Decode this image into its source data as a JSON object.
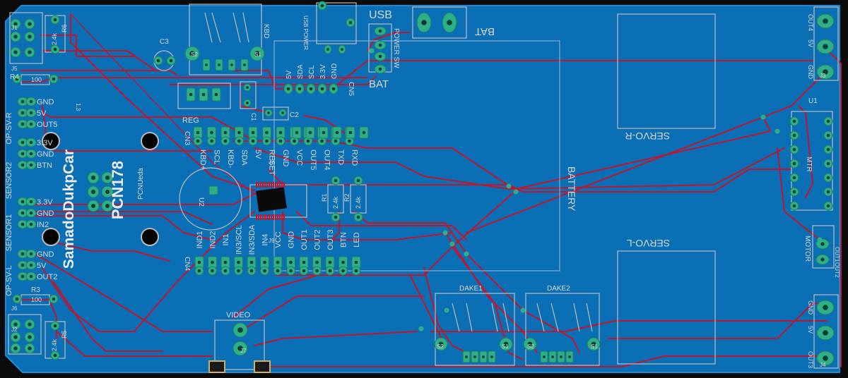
{
  "board": {
    "colors": {
      "copper": "#0b6fb5",
      "trace": "#c0162e",
      "pad": "#2fae8a",
      "silk": "#d9d9d9",
      "background": "#0b0b0b"
    }
  },
  "labels": {
    "kbd": "KBD",
    "usb": "USB",
    "bat_top": "BAT",
    "bat_switch": "BAT",
    "power_sw": "POWER SW",
    "usb_power": "USB POWER",
    "c3": "C3",
    "reg": "REG",
    "c1": "C1",
    "c2": "C2",
    "cn5": "CN5",
    "cn3": "CN3",
    "cn4": "CN4",
    "u1": "U1",
    "u2": "U2",
    "r1": "R1",
    "r2": "R2",
    "r3": "R3",
    "r4": "R4",
    "r5": "R5",
    "r6": "R6",
    "r1_val": "2.4k",
    "r2_val": "2.4k",
    "r3_val": "100",
    "r4_val": "100",
    "r5_val": "2.4k",
    "r6_val": "2.4k",
    "servo_r": "SERVO-R",
    "servo_l": "SERVO-L",
    "battery": "BATTERY",
    "video": "VIDEO",
    "dake1": "DAKE1",
    "dake2": "DAKE2",
    "motor": "MOTOR",
    "mtr": "MTR",
    "brand": "SamadoDukpCar",
    "brand2": "PCN178",
    "author": "PCNUeda",
    "ver": "1.3",
    "s1": "S1",
    "s2": "S2",
    "j1": "J1",
    "j2": "J2",
    "j3": "J3",
    "j4": "J4",
    "j5": "J5",
    "j6": "J6",
    "j7": "J7",
    "j8": "J8",
    "j9": "J9"
  },
  "left_header_top": {
    "title": "OP-SV-R",
    "pins": [
      "GND",
      "5V",
      "OUT5"
    ]
  },
  "left_sensor2": {
    "title": "SENSOR2",
    "pins": [
      "3.3V",
      "GND",
      "BTN"
    ]
  },
  "left_sensor1": {
    "title": "SENSOR1",
    "pins": [
      "3.3V",
      "GND",
      "IN2"
    ]
  },
  "left_header_bot": {
    "title": "OP-SV-L",
    "pins": [
      "GND",
      "5V",
      "OUT2"
    ]
  },
  "cn5_pins": [
    "5V",
    "SDA",
    "SCL",
    "3.3V",
    "GND"
  ],
  "cn3_pins": [
    "KBD+",
    "SCL",
    "KBD-",
    "SDA",
    "5V",
    "RESET",
    "GND",
    "VCC",
    "OUT5",
    "OUT4",
    "TXD",
    "RXD"
  ],
  "cn4_pins": [
    "IND1",
    "IND2",
    "IN1",
    "IN3/SCL",
    "IN3/SDA",
    "IN4",
    "VCC",
    "GND",
    "OUT1",
    "OUT2",
    "OUT3",
    "BTN",
    "LED"
  ],
  "servo_pins": [
    "OUT4",
    "5V",
    "GND"
  ],
  "servo_l_pins": [
    "OUT3",
    "5V",
    "GND"
  ],
  "motor_pins": [
    "OUT1",
    "OUT2"
  ]
}
